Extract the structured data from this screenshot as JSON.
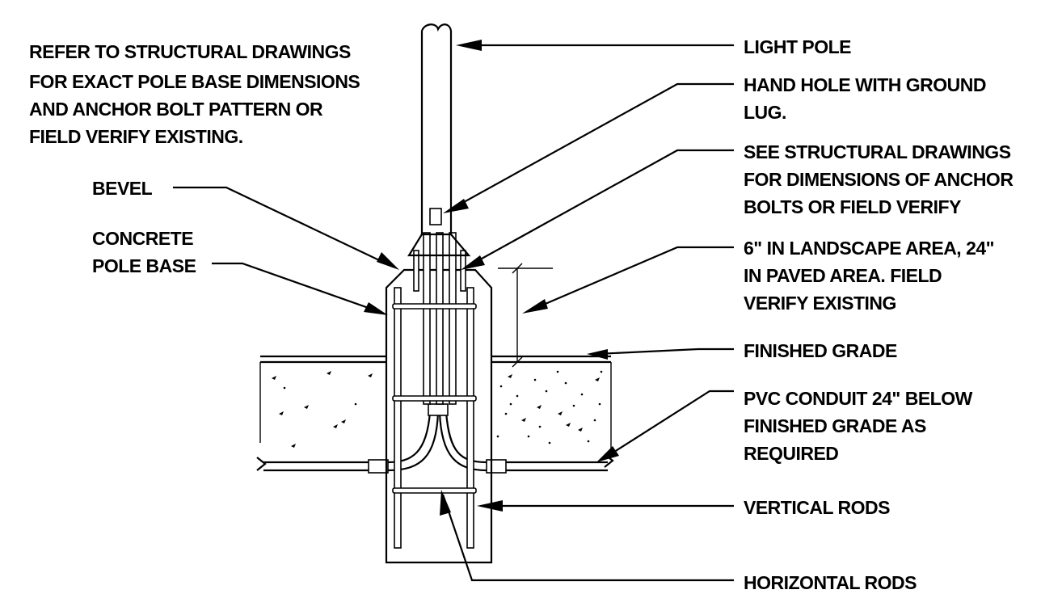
{
  "note": [
    "REFER TO STRUCTURAL DRAWINGS",
    "FOR EXACT POLE BASE DIMENSIONS",
    "AND ANCHOR BOLT PATTERN OR",
    "FIELD VERIFY EXISTING."
  ],
  "labels": {
    "light_pole": [
      "LIGHT POLE"
    ],
    "hand_hole": [
      "HAND HOLE WITH GROUND",
      "LUG."
    ],
    "anchor_bolts": [
      "SEE STRUCTURAL DRAWINGS",
      "FOR DIMENSIONS OF ANCHOR",
      "BOLTS OR FIELD VERIFY"
    ],
    "height_note": [
      "6\" IN LANDSCAPE AREA, 24\"",
      "IN PAVED AREA. FIELD",
      "VERIFY EXISTING"
    ],
    "finished_grade": [
      "FINISHED GRADE"
    ],
    "pvc_conduit": [
      "PVC CONDUIT 24\" BELOW",
      "FINISHED GRADE AS",
      "REQUIRED"
    ],
    "vertical_rods": [
      "VERTICAL RODS"
    ],
    "horizontal_rods": [
      "HORIZONTAL RODS"
    ],
    "bevel": [
      "BEVEL"
    ],
    "concrete_pole_base": [
      "CONCRETE",
      "POLE BASE"
    ]
  }
}
